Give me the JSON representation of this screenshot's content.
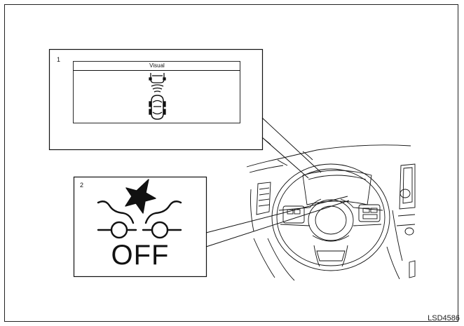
{
  "figure": {
    "code": "LSD4586"
  },
  "callout_1": {
    "number": "1",
    "screen_title": "Visual",
    "icon": "vehicle-proximity-warning-icon"
  },
  "callout_2": {
    "number": "2",
    "off_text": "OFF",
    "icon": "collision-avoidance-off-icon"
  },
  "background": {
    "icon": "steering-wheel-dashboard-icon"
  },
  "colors": {
    "line": "#111111",
    "background": "#ffffff"
  }
}
